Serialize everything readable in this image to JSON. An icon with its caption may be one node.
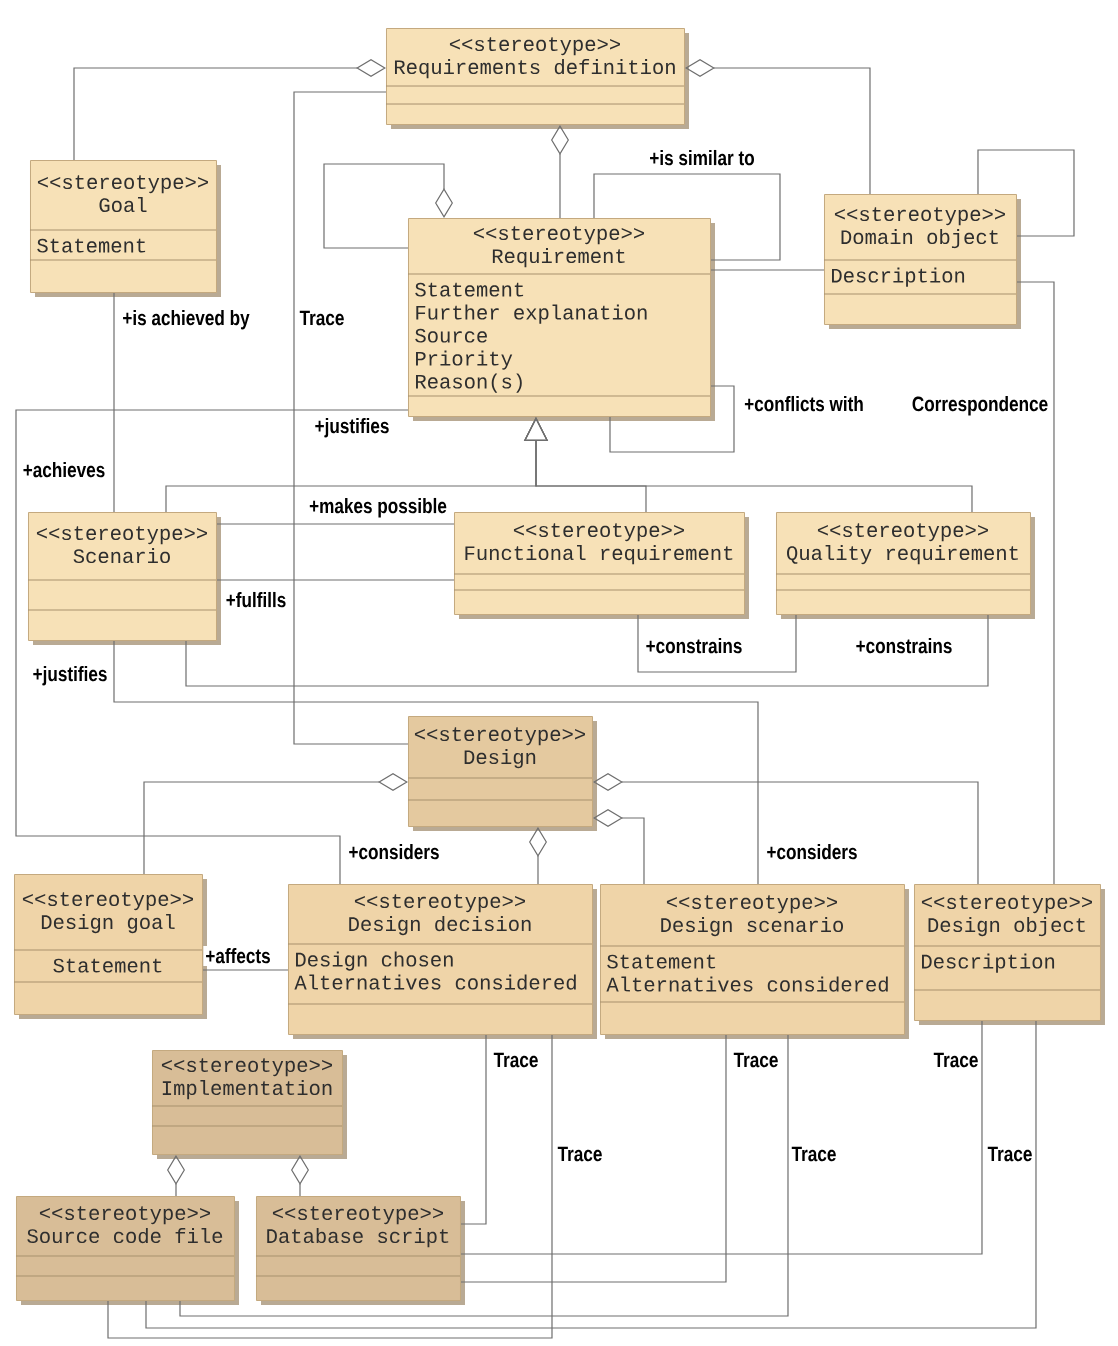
{
  "diagram": {
    "nodes": [
      {
        "text": [
          "<<stereotype>>",
          "Requirements definition"
        ]
      },
      {
        "text": [
          "<<stereotype>>",
          "Goal",
          "Statement"
        ]
      },
      {
        "text": [
          "<<stereotype>>",
          "Requirement",
          "Statement",
          "Further explanation",
          "Source",
          "Priority",
          "Reason(s)"
        ]
      },
      {
        "text": [
          "<<stereotype>>",
          "Domain object",
          "Description"
        ]
      },
      {
        "text": [
          "<<stereotype>>",
          "Scenario"
        ]
      },
      {
        "text": [
          "<<stereotype>>",
          "Functional requirement"
        ]
      },
      {
        "text": [
          "<<stereotype>>",
          "Quality requirement"
        ]
      },
      {
        "text": [
          "<<stereotype>>",
          "Design"
        ]
      },
      {
        "text": [
          "<<stereotype>>",
          "Design goal",
          "Statement"
        ]
      },
      {
        "text": [
          "<<stereotype>>",
          "Design decision",
          "Design chosen",
          "Alternatives considered"
        ]
      },
      {
        "text": [
          "<<stereotype>>",
          "Design scenario",
          "Statement",
          "Alternatives considered"
        ]
      },
      {
        "text": [
          "<<stereotype>>",
          "Design object",
          "Description"
        ]
      },
      {
        "text": [
          "<<stereotype>>",
          "Implementation"
        ]
      },
      {
        "text": [
          "<<stereotype>>",
          "Source code file"
        ]
      },
      {
        "text": [
          "<<stereotype>>",
          "Database script"
        ]
      }
    ],
    "edges": [
      {
        "from": 0,
        "to": 1,
        "arrow": "other"
      },
      {
        "from": 0,
        "to": 2,
        "arrow": "other"
      },
      {
        "from": 0,
        "to": 3,
        "arrow": "other"
      },
      {
        "from": 2,
        "to": 2,
        "arrow": "other"
      },
      {
        "from": 2,
        "to": 2,
        "arrow": "none",
        "label": "+is similar to"
      },
      {
        "from": 3,
        "to": 3,
        "arrow": "none"
      },
      {
        "from": 2,
        "to": 3,
        "arrow": "none"
      },
      {
        "from": 2,
        "to": 2,
        "arrow": "none",
        "label": "+conflicts with"
      },
      {
        "from": 1,
        "to": 4,
        "arrow": "none",
        "label": "+is achieved by"
      },
      {
        "from": 2,
        "to": 9,
        "arrow": "none",
        "label": "+justifies"
      },
      {
        "from": 4,
        "to": 2,
        "arrow": "to"
      },
      {
        "from": 5,
        "to": 2,
        "arrow": "to"
      },
      {
        "from": 6,
        "to": 2,
        "arrow": "to"
      },
      {
        "from": 4,
        "to": 5,
        "arrow": "none",
        "label": "+makes possible"
      },
      {
        "from": 4,
        "to": 5,
        "arrow": "none",
        "label": "+fulfills"
      },
      {
        "from": 6,
        "to": 5,
        "arrow": "none",
        "label": "+constrains"
      },
      {
        "from": 6,
        "to": 4,
        "arrow": "none",
        "label": "+constrains"
      },
      {
        "from": 4,
        "to": 10,
        "arrow": "none",
        "label": "+justifies"
      },
      {
        "from": 3,
        "to": 11,
        "arrow": "none",
        "label": "Correspondence"
      },
      {
        "from": 0,
        "to": 7,
        "arrow": "none",
        "label": "Trace"
      },
      {
        "from": 7,
        "to": 8,
        "arrow": "other"
      },
      {
        "from": 7,
        "to": 9,
        "arrow": "other"
      },
      {
        "from": 7,
        "to": 10,
        "arrow": "other"
      },
      {
        "from": 7,
        "to": 11,
        "arrow": "other"
      },
      {
        "from": 8,
        "to": 9,
        "arrow": "none",
        "label": "+affects"
      },
      {
        "from": 12,
        "to": 13,
        "arrow": "other"
      },
      {
        "from": 12,
        "to": 14,
        "arrow": "other"
      },
      {
        "from": 9,
        "to": 14,
        "arrow": "none",
        "label": "Trace"
      },
      {
        "from": 9,
        "to": 13,
        "arrow": "none",
        "label": "Trace"
      },
      {
        "from": 10,
        "to": 14,
        "arrow": "none",
        "label": "Trace"
      },
      {
        "from": 10,
        "to": 13,
        "arrow": "none",
        "label": "Trace"
      },
      {
        "from": 11,
        "to": 14,
        "arrow": "none",
        "label": "Trace"
      },
      {
        "from": 11,
        "to": 13,
        "arrow": "none",
        "label": "Trace"
      }
    ],
    "labels": [
      "+achieves",
      "+considers",
      "+considers"
    ]
  }
}
